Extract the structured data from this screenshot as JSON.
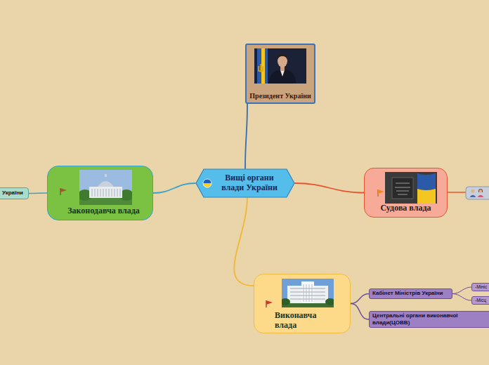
{
  "diagram": {
    "nodes": [
      {
        "text": [
          "Вищі органи влади України"
        ]
      },
      {
        "text": [
          "Президент України"
        ]
      },
      {
        "text": [
          "Законодавча влада"
        ]
      },
      {
        "text": [
          "України"
        ]
      },
      {
        "text": [
          "Судова влада"
        ]
      },
      {
        "text": [
          "Виконавча влада"
        ]
      },
      {
        "text": [
          "Кабінет Міністрів України"
        ]
      },
      {
        "text": [
          "Центральні органи виконавчої влади(ЦОВВ)"
        ]
      },
      {
        "text": [
          "-Мініс"
        ]
      },
      {
        "text": [
          "-Місц"
        ]
      }
    ],
    "edges": [
      {
        "from": 0,
        "to": 1,
        "arrow": "none"
      },
      {
        "from": 0,
        "to": 2,
        "arrow": "none"
      },
      {
        "from": 0,
        "to": 4,
        "arrow": "none"
      },
      {
        "from": 0,
        "to": 5,
        "arrow": "none"
      },
      {
        "from": 2,
        "to": 3,
        "arrow": "none"
      },
      {
        "from": 5,
        "to": 6,
        "arrow": "none"
      },
      {
        "from": 5,
        "to": 7,
        "arrow": "none"
      },
      {
        "from": 6,
        "to": 8,
        "arrow": "none"
      },
      {
        "from": 6,
        "to": 9,
        "arrow": "none"
      }
    ]
  }
}
